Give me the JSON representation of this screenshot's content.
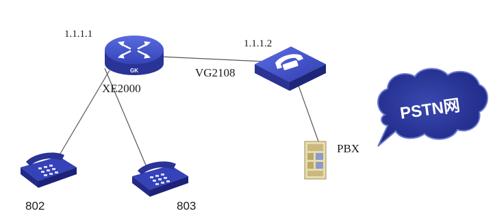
{
  "diagram": {
    "nodes": {
      "router": {
        "ip": "1.1.1.1",
        "name": "XE2000",
        "badge": "GK",
        "icon": "router-icon"
      },
      "gateway": {
        "ip": "1.1.1.2",
        "name": "VG2108",
        "icon": "voice-gateway-icon"
      },
      "pbx": {
        "name": "PBX",
        "icon": "pbx-cabinet-icon"
      },
      "phone_left": {
        "name": "802",
        "icon": "telephone-icon"
      },
      "phone_right": {
        "name": "803",
        "icon": "telephone-icon"
      },
      "cloud": {
        "name": "PSTN网",
        "icon": "cloud-icon"
      }
    },
    "links": [
      [
        "router",
        "gateway"
      ],
      [
        "router",
        "phone_left"
      ],
      [
        "router",
        "phone_right"
      ],
      [
        "gateway",
        "pbx"
      ]
    ],
    "colors": {
      "device_blue": "#3c4cc4",
      "device_dark": "#22288a",
      "cloud_fill": "#2c3a9a",
      "cloud_edge": "#5a68c8",
      "pbx_fill": "#e9dcab",
      "link": "#555555"
    }
  }
}
